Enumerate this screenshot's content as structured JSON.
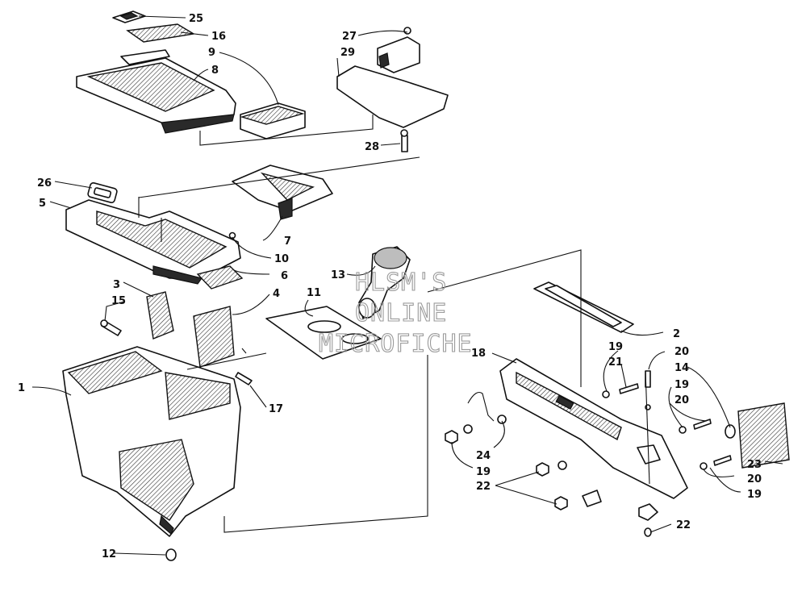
{
  "diagram": {
    "callouts": [
      {
        "id": "25",
        "label": "25"
      },
      {
        "id": "16",
        "label": "16"
      },
      {
        "id": "9",
        "label": "9"
      },
      {
        "id": "8",
        "label": "8"
      },
      {
        "id": "27",
        "label": "27"
      },
      {
        "id": "29",
        "label": "29"
      },
      {
        "id": "28",
        "label": "28"
      },
      {
        "id": "26",
        "label": "26"
      },
      {
        "id": "5",
        "label": "5"
      },
      {
        "id": "7",
        "label": "7"
      },
      {
        "id": "10",
        "label": "10"
      },
      {
        "id": "6",
        "label": "6"
      },
      {
        "id": "13",
        "label": "13"
      },
      {
        "id": "11",
        "label": "11"
      },
      {
        "id": "3",
        "label": "3"
      },
      {
        "id": "15",
        "label": "15"
      },
      {
        "id": "4",
        "label": "4"
      },
      {
        "id": "2",
        "label": "2"
      },
      {
        "id": "18",
        "label": "18"
      },
      {
        "id": "19a",
        "label": "19"
      },
      {
        "id": "21",
        "label": "21"
      },
      {
        "id": "20a",
        "label": "20"
      },
      {
        "id": "14",
        "label": "14"
      },
      {
        "id": "19b",
        "label": "19"
      },
      {
        "id": "20b",
        "label": "20"
      },
      {
        "id": "1",
        "label": "1"
      },
      {
        "id": "17",
        "label": "17"
      },
      {
        "id": "24",
        "label": "24"
      },
      {
        "id": "19c",
        "label": "19"
      },
      {
        "id": "22a",
        "label": "22"
      },
      {
        "id": "23",
        "label": "23"
      },
      {
        "id": "20c",
        "label": "20"
      },
      {
        "id": "19d",
        "label": "19"
      },
      {
        "id": "22b",
        "label": "22"
      },
      {
        "id": "12",
        "label": "12"
      }
    ]
  },
  "watermark": {
    "line1": "HLSM'S",
    "line2": "ONLINE",
    "line3": "MICROFICHE"
  }
}
